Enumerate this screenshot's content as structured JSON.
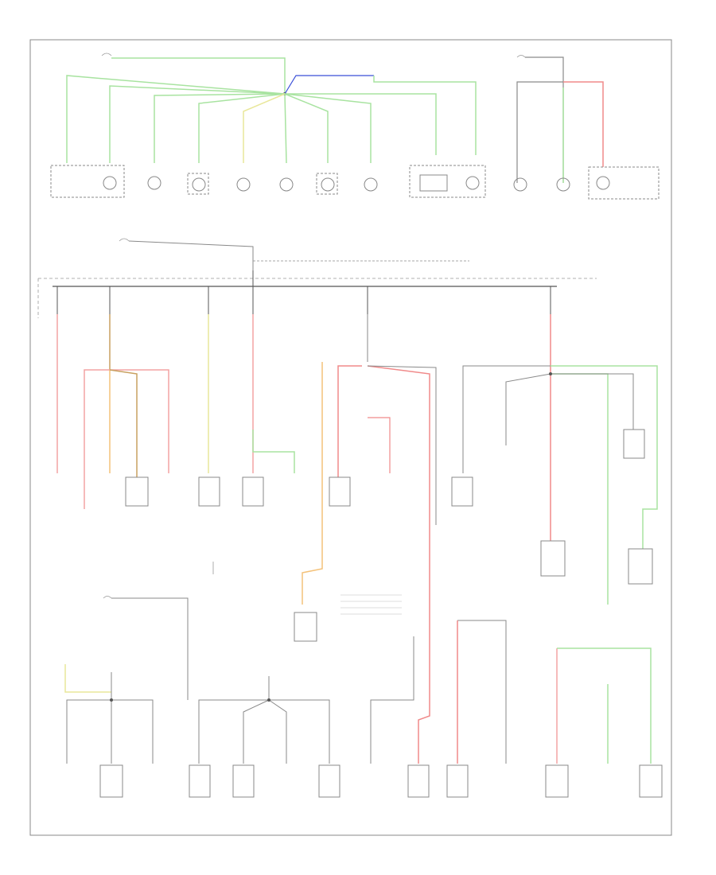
{
  "diagram": {
    "footer_code": "",
    "colors": {
      "frame": "#888888",
      "green": "#a8e3a0",
      "red": "#f08a8a",
      "pink": "#f4a3a3",
      "yellow": "#e9e79a",
      "orange": "#f4c27a",
      "blue": "#3a4fd8",
      "gray": "#8a8a8a",
      "tan": "#c8a060",
      "lightblue": "#9ac8e8"
    },
    "legend": [
      "",
      "",
      ""
    ],
    "section_names": [
      "top-instrument-section",
      "fuse-panel-section",
      "lower-accessory-section"
    ]
  }
}
